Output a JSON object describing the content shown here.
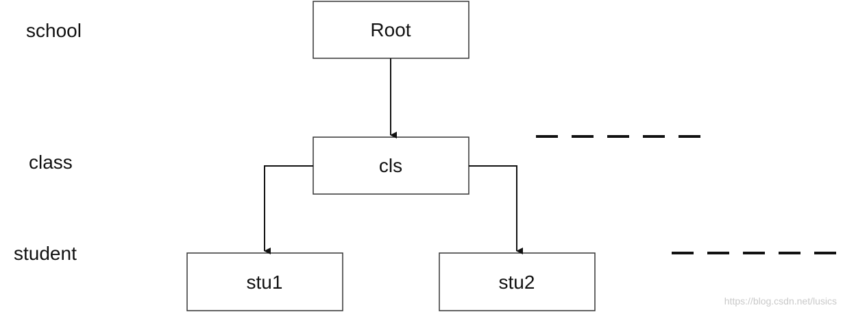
{
  "levels": {
    "school": "school",
    "class": "class",
    "student": "student"
  },
  "nodes": {
    "root": "Root",
    "cls": "cls",
    "stu1": "stu1",
    "stu2": "stu2"
  },
  "watermark": "https://blog.csdn.net/lusics"
}
